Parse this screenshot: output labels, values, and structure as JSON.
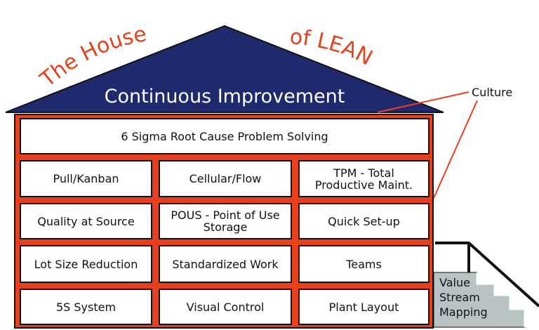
{
  "title": {
    "part1": "The House",
    "part2": "of LEAN"
  },
  "roof": {
    "label": "Continuous Improvement"
  },
  "callout": {
    "label": "Culture"
  },
  "foundation_top": "6 Sigma Root Cause Problem Solving",
  "pillars": [
    [
      "Pull/Kanban",
      "Cellular/Flow",
      "TPM - Total Productive Maint."
    ],
    [
      "Quality at Source",
      "POUS - Point of Use Storage",
      "Quick Set-up"
    ],
    [
      "Lot Size Reduction",
      "Standardized Work",
      "Teams"
    ],
    [
      "5S System",
      "Visual Control",
      "Plant Layout"
    ]
  ],
  "stairs": {
    "label": "Value Stream Mapping"
  },
  "colors": {
    "roof": "#1f2a6e",
    "body": "#e8401c",
    "title": "#e8401c",
    "stairs": "#b9c3c3"
  }
}
